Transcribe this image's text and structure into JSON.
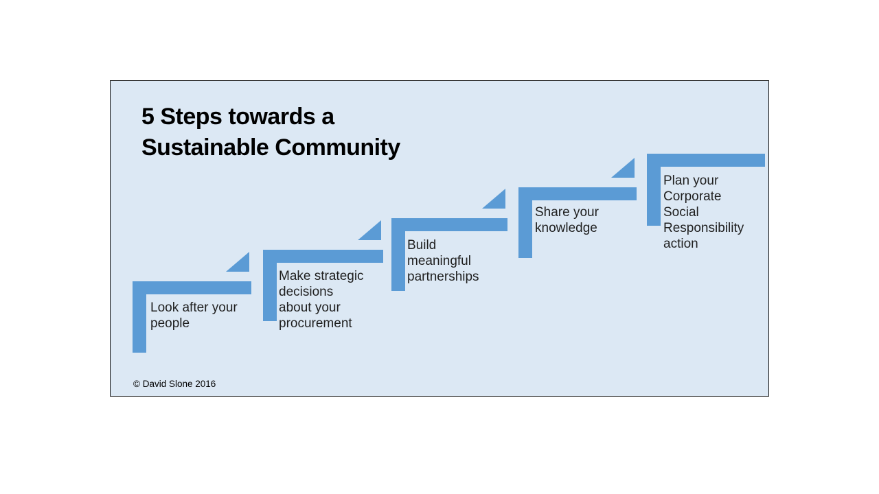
{
  "slide": {
    "title": "5 Steps towards a\nSustainable Community",
    "credit": "© David Slone 2016",
    "steps": [
      {
        "label": "Look after your\npeople"
      },
      {
        "label": "Make strategic\ndecisions\nabout your\nprocurement"
      },
      {
        "label": "Build\nmeaningful\npartnerships"
      },
      {
        "label": "Share your\nknowledge"
      },
      {
        "label": "Plan your\nCorporate\nSocial\nResponsibility\naction"
      }
    ],
    "colors": {
      "accent": "#5b9bd5",
      "slide_background": "#dce8f4",
      "canvas_background": "#ffffff",
      "slide_border": "#111111",
      "step_text": "#1f1f1f",
      "title_text": "#000000"
    }
  }
}
